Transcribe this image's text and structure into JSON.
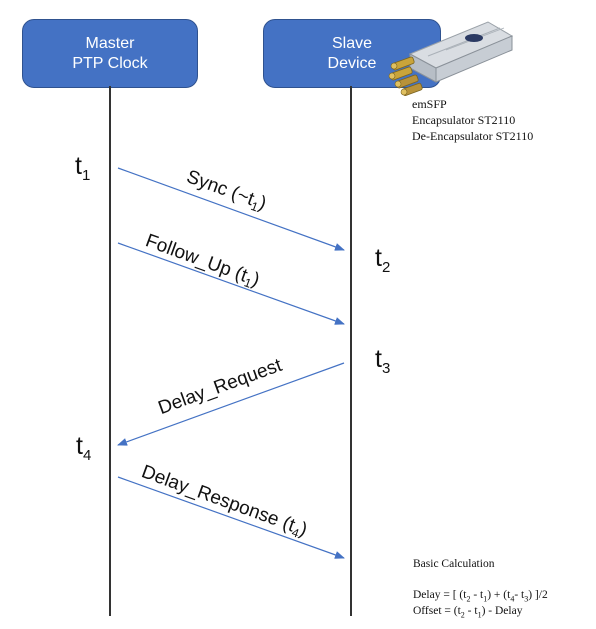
{
  "master": {
    "line1": "Master",
    "line2": "PTP Clock"
  },
  "slave": {
    "line1": "Slave",
    "line2": "Device"
  },
  "device_caption": [
    "emSFP",
    "Encapsulator ST2110",
    "De-Encapsulator ST2110"
  ],
  "timestamps": {
    "t1": {
      "base": "t",
      "sub": "1"
    },
    "t2": {
      "base": "t",
      "sub": "2"
    },
    "t3": {
      "base": "t",
      "sub": "3"
    },
    "t4": {
      "base": "t",
      "sub": "4"
    }
  },
  "messages": {
    "sync": {
      "text": "Sync (~t",
      "sub": "1",
      "close": ")"
    },
    "follow_up": {
      "text": "Follow_Up (t",
      "sub": "1",
      "close": ")"
    },
    "delay_request": {
      "text": "Delay_Request"
    },
    "delay_response": {
      "text": "Delay_Response (t",
      "sub": "4",
      "close": ")"
    }
  },
  "calculation": {
    "heading": "Basic Calculation",
    "delay": {
      "prefix": "Delay = [ (t",
      "a": "2",
      "b": " - t",
      "c": "1",
      "d": ") + (t",
      "e": "4",
      "f": "- t",
      "g": "3",
      "h": ") ]/2"
    },
    "offset": {
      "prefix": "Offset =   (t",
      "a": "2",
      "b": " - t",
      "c": "1",
      "d": ") - Delay"
    }
  },
  "colors": {
    "box_fill": "#4472c4",
    "arrow": "#4472c4",
    "lifeline": "#333333"
  },
  "icons": {
    "device_image": "emsfp-transceiver-icon"
  }
}
